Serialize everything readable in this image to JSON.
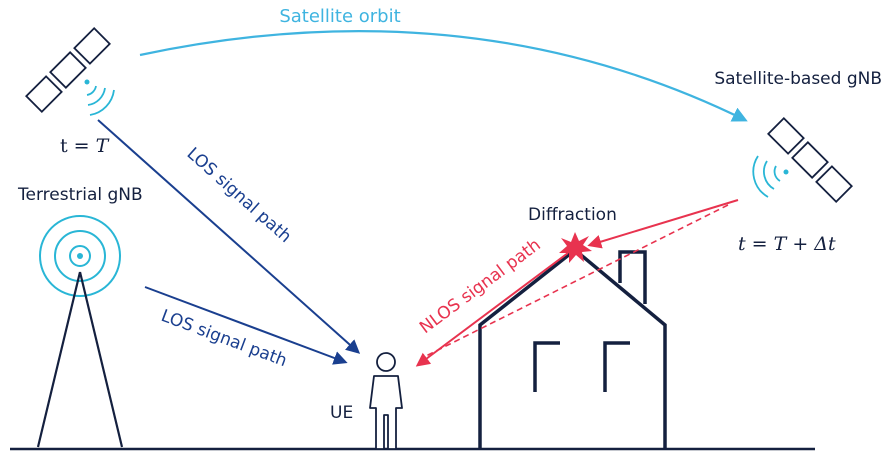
{
  "labels": {
    "satellite_orbit": "Satellite orbit",
    "satellite_gnb": "Satellite-based gNB",
    "terrestrial_gnb": "Terrestrial gNB",
    "los_satellite": "LOS signal path",
    "los_terrestrial": "LOS signal path",
    "nlos": "NLOS signal path",
    "diffraction": "Diffraction",
    "ue": "UE"
  },
  "math": {
    "time_t_prefix": "t = ",
    "time_T": "T",
    "time_dt_full": "t = T + Δt"
  },
  "colors": {
    "orbit": "#3fb4e0",
    "los": "#1a3f8f",
    "nlos": "#e8334f",
    "outline": "#14203f",
    "icon_accent": "#29b6d6"
  },
  "icons": {
    "satellite_left": "satellite-icon",
    "satellite_right": "satellite-icon",
    "tower": "antenna-tower-icon",
    "person": "person-icon",
    "house": "house-icon",
    "diffraction_star": "burst-icon"
  }
}
